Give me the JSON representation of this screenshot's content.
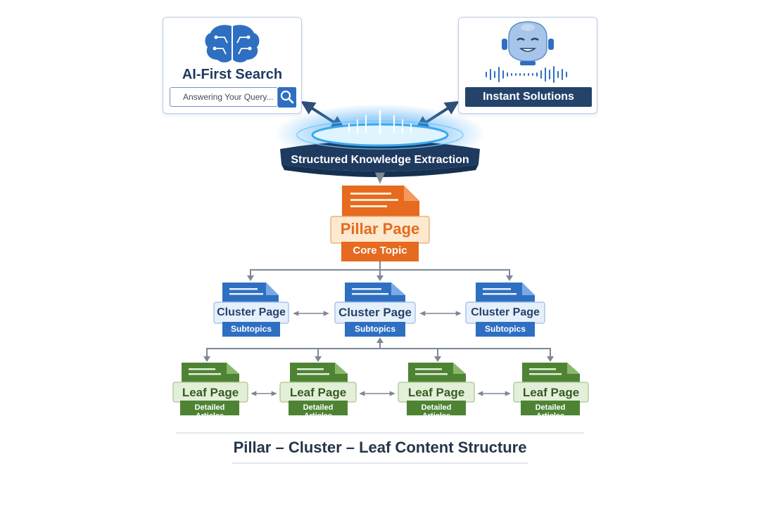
{
  "top_cards": {
    "search": {
      "title": "AI-First Search",
      "placeholder": "Answering Your Query...",
      "icon": "brain-icon"
    },
    "assistant": {
      "title": "Instant Solutions",
      "icon": "robot-icon"
    }
  },
  "extraction": {
    "label": "Structured Knowledge Extraction"
  },
  "pillar": {
    "title": "Pillar Page",
    "subtitle": "Core Topic"
  },
  "clusters": [
    {
      "title": "Cluster Page",
      "subtitle": "Subtopics"
    },
    {
      "title": "Cluster Page",
      "subtitle": "Subtopics"
    },
    {
      "title": "Cluster Page",
      "subtitle": "Subtopics"
    }
  ],
  "leaves": [
    {
      "title": "Leaf Page",
      "subtitle": "Detailed Articles"
    },
    {
      "title": "Leaf Page",
      "subtitle": "Detailed Articles"
    },
    {
      "title": "Leaf Page",
      "subtitle": "Detailed Articles"
    },
    {
      "title": "Leaf Page",
      "subtitle": "Detailed Articles"
    }
  ],
  "footer": {
    "title": "Pillar – Cluster – Leaf Content Structure"
  },
  "colors": {
    "navy": "#24436b",
    "pillar_orange": "#e66a1f",
    "pillar_fill": "#fde9cf",
    "cluster_blue": "#2f6fc2",
    "cluster_fill": "#e6f0fb",
    "leaf_green": "#4e8334",
    "leaf_fill": "#e3efd8",
    "connector": "#7c8797"
  }
}
